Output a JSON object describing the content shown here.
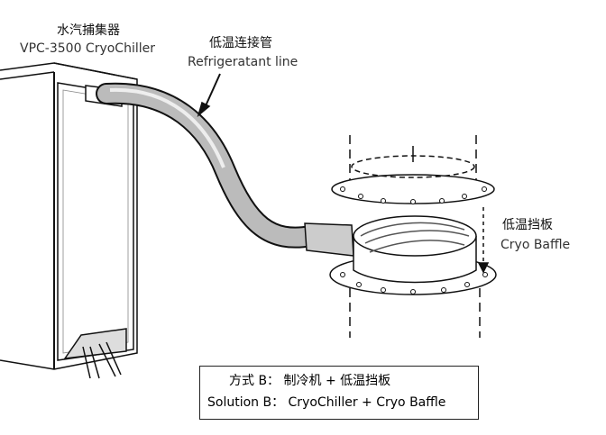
{
  "labels": {
    "chiller_cn": "水汽捕集器",
    "chiller_en": "VPC-3500 CryoChiller",
    "line_cn": "低温连接管",
    "line_en": "Refrigeratant line",
    "baffle_cn": "低温挡板",
    "baffle_en": "Cryo Baffle"
  },
  "legend": {
    "row1": "方式 B：  制冷机 + 低温挡板",
    "row2": "Solution B：  CryoChiller + Cryo Baffle"
  }
}
